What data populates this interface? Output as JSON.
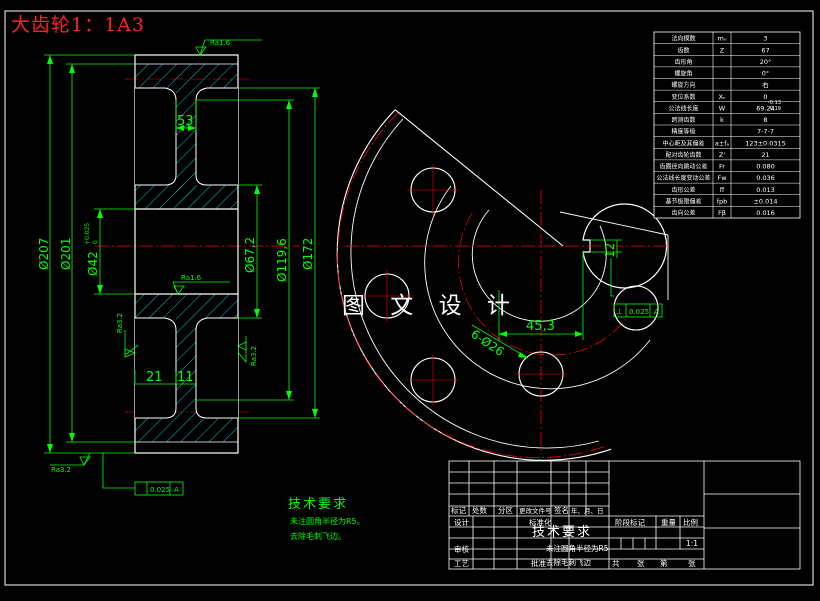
{
  "title": "大齿轮1：1A3",
  "watermark": "图 文 设 计",
  "colors": {
    "background": "#000000",
    "border": "#ffffff",
    "dimension": "#00ff00",
    "outline": "#ffffff",
    "hatch": "#00ffff",
    "center": "#ff0000",
    "title": "#ff2020"
  },
  "section_view": {
    "roughness_top": "Ra1.6",
    "roughness_hub": "Ra1.6",
    "roughness_left": "Ra3.2",
    "roughness_right": "Ra3.2",
    "roughness_bottom": "Ra3.2",
    "dims": {
      "d207": "Ø207",
      "d201": "Ø201",
      "d42": "Ø42",
      "d42_tol_upper": "+0.025",
      "d42_tol_lower": "0",
      "d67": "Ø67,2",
      "d119": "Ø119,6",
      "d172": "Ø172",
      "w53": "53",
      "w21": "21",
      "w11": "11"
    },
    "tolerance_frame": {
      "value": "0.025",
      "datum": "A"
    }
  },
  "front_view": {
    "dims": {
      "w45": "45,3",
      "h12": "12",
      "holes": "6-Ø26"
    },
    "tolerance_frame": {
      "value": "0.025",
      "datum": "A"
    }
  },
  "parameters": [
    {
      "name": "法向模数",
      "symbol": "mₙ",
      "value": "3"
    },
    {
      "name": "齿数",
      "symbol": "Z",
      "value": "67"
    },
    {
      "name": "齿形角",
      "symbol": "",
      "value": "20°"
    },
    {
      "name": "螺旋角",
      "symbol": "",
      "value": "0°"
    },
    {
      "name": "螺旋方向",
      "symbol": "",
      "value": "右"
    },
    {
      "name": "变位系数",
      "symbol": "Xₙ",
      "value": "0"
    },
    {
      "name": "公法线长度",
      "symbol": "W",
      "value": "69.24"
    },
    {
      "name": "跨测齿数",
      "symbol": "k",
      "value": "8"
    },
    {
      "name": "精度等级",
      "symbol": "",
      "value": "7-7-7"
    },
    {
      "name": "中心距及其偏差",
      "symbol": "a±fₐ",
      "value": "123±0.0315"
    },
    {
      "name": "配对齿轮齿数",
      "symbol": "Z'",
      "value": "21"
    },
    {
      "name": "齿圈径向跳动公差",
      "symbol": "Fr",
      "value": "0.080"
    },
    {
      "name": "公法线长度变动公差",
      "symbol": "Fw",
      "value": "0.036"
    },
    {
      "name": "齿形公差",
      "symbol": "ff",
      "value": "0.013"
    },
    {
      "name": "基节极限偏差",
      "symbol": "fpb",
      "value": "±0.014"
    },
    {
      "name": "齿向公差",
      "symbol": "Fβ",
      "value": "0.016"
    }
  ],
  "w_tolerance": {
    "upper": "-0.13",
    "lower": "-0.19"
  },
  "tech_requirements": {
    "heading": "技术要求",
    "line1": "未注圆角半径为R5。",
    "line2": "去除毛刺飞边。"
  },
  "title_block": {
    "header": [
      "标记",
      "处数",
      "分区",
      "更改文件号",
      "签名",
      "年、月、日"
    ],
    "row_design": "设计",
    "row_std": "标准化",
    "row_check": "审核",
    "row_process": "工艺",
    "row_approve": "批准",
    "stage_mark": "阶段标记",
    "weight": "重量",
    "scale": "比例",
    "scale_value": "1:1",
    "total_sheets": "共",
    "sheet": "张",
    "page_no": "第",
    "page": "张",
    "overlay_heading": "技术要求",
    "overlay_line1": "未注圆角半径为R5",
    "overlay_line2": "去除毛刺飞边"
  }
}
